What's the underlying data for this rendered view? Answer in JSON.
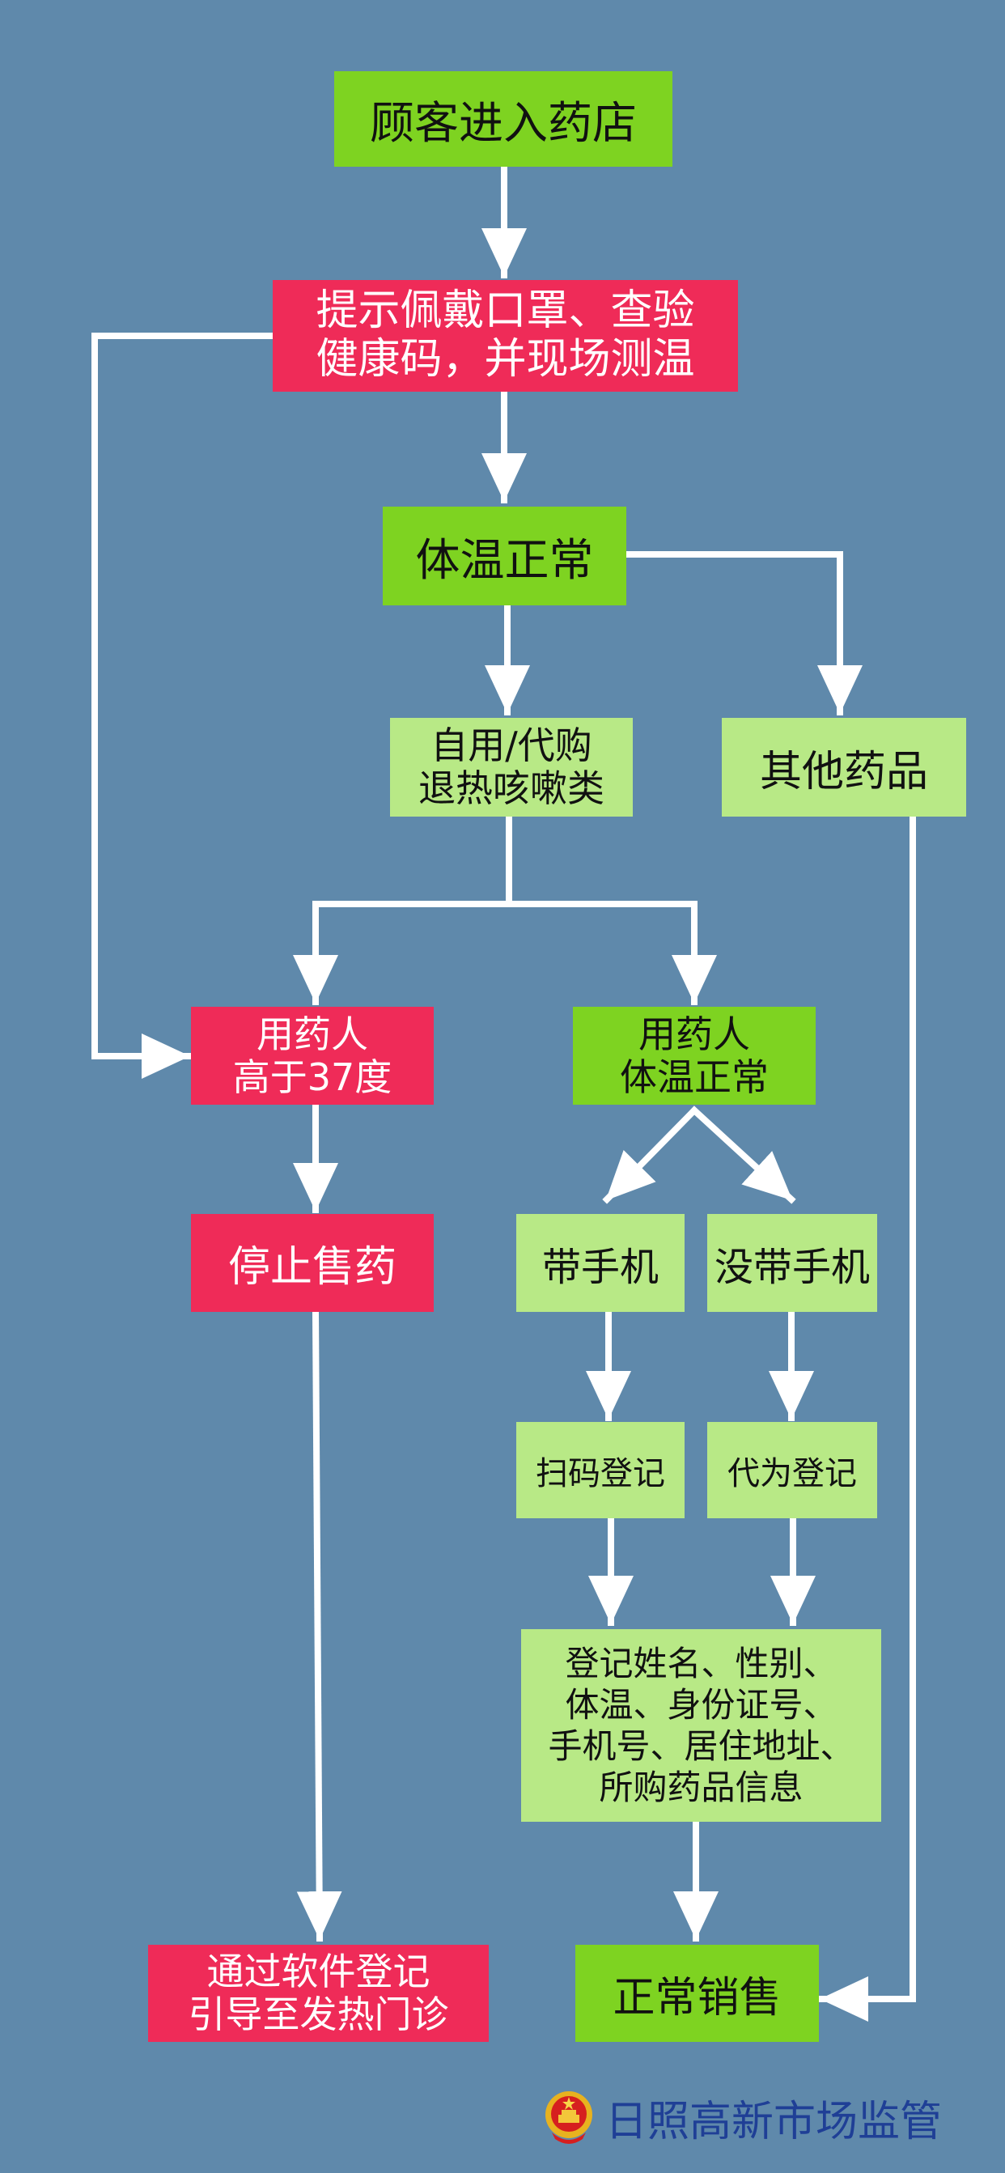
{
  "flowchart": {
    "nodes": {
      "enter_store": "顾客进入药店",
      "prompt_check": "提示佩戴口罩、查验\n健康码，并现场测温",
      "temp_normal": "体温正常",
      "fever_medicine": "自用/代购\n退热咳嗽类",
      "other_medicine": "其他药品",
      "user_over_37": "用药人\n高于37度",
      "user_temp_normal": "用药人\n体温正常",
      "stop_selling": "停止售药",
      "with_phone": "带手机",
      "without_phone": "没带手机",
      "scan_register": "扫码登记",
      "proxy_register": "代为登记",
      "register_info": "登记姓名、性别、\n体温、身份证号、\n手机号、居住地址、\n所购药品信息",
      "software_register": "通过软件登记\n引导至发热门诊",
      "normal_sale": "正常销售"
    },
    "colors": {
      "background": "#5f89ab",
      "red": "#ef2b58",
      "green": "#7ed321",
      "light_green": "#b8e986",
      "line": "#ffffff"
    }
  },
  "footer": {
    "org_name": "日照高新市场监管",
    "icon": "national-emblem-icon"
  }
}
